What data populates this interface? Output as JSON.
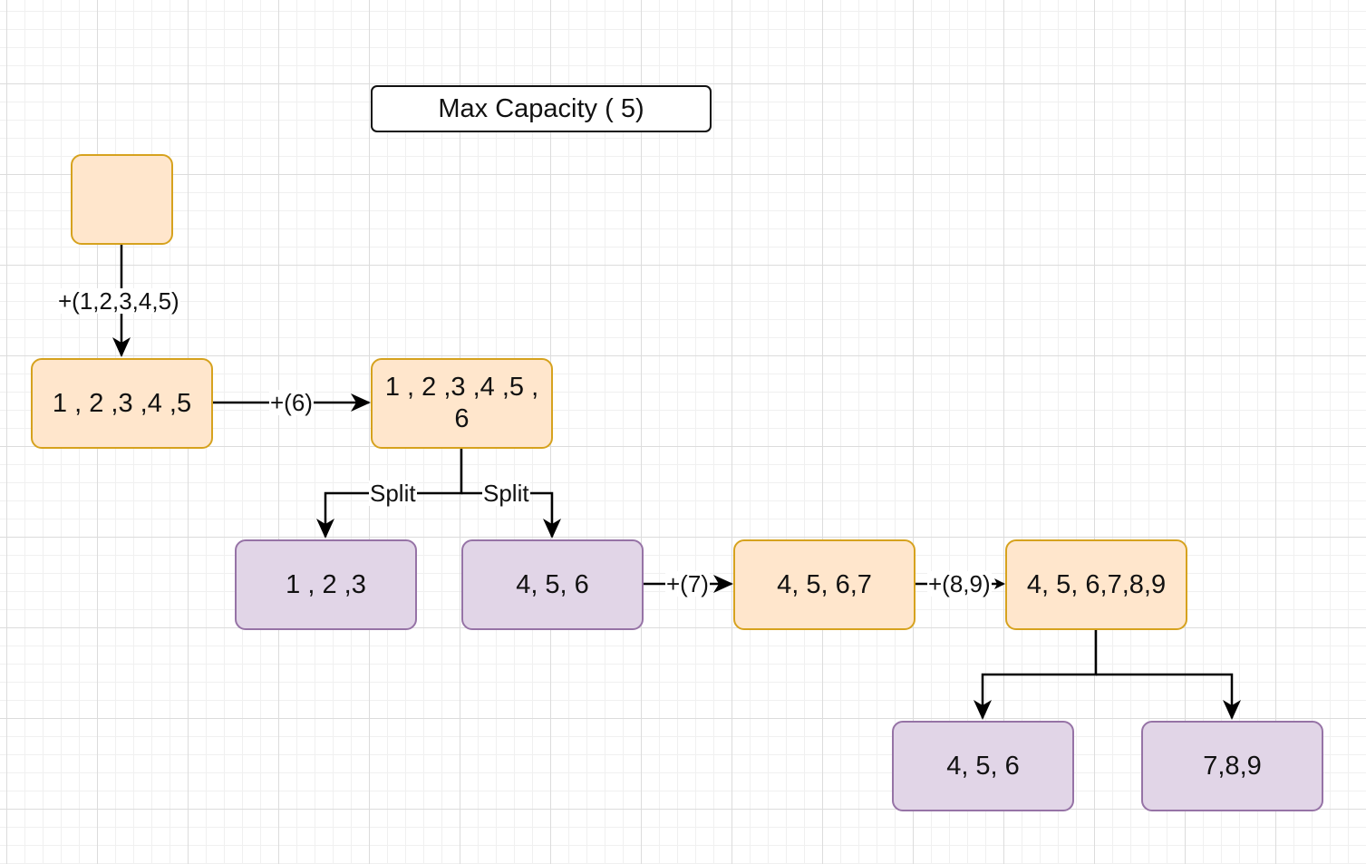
{
  "title": "Max Capacity ( 5)",
  "nodes": {
    "empty": "",
    "n12345": "1 , 2 ,3 ,4 ,5",
    "n123456": "1 , 2 ,3 ,4 ,5 , 6",
    "n123": "1 , 2 ,3",
    "n456": "4, 5, 6",
    "n4567": "4, 5, 6,7",
    "n456789": "4, 5, 6,7,8,9",
    "n456b": "4, 5, 6",
    "n789": "7,8,9"
  },
  "edge_labels": {
    "add12345": "+(1,2,3,4,5)",
    "add6": "+(6)",
    "split_left": "Split",
    "split_right": "Split",
    "add7": "+(7)",
    "add89": "+(8,9)"
  },
  "colors": {
    "orange_fill": "#ffe6cc",
    "orange_stroke": "#d6a21e",
    "purple_fill": "#e1d5e7",
    "purple_stroke": "#9673a6"
  }
}
